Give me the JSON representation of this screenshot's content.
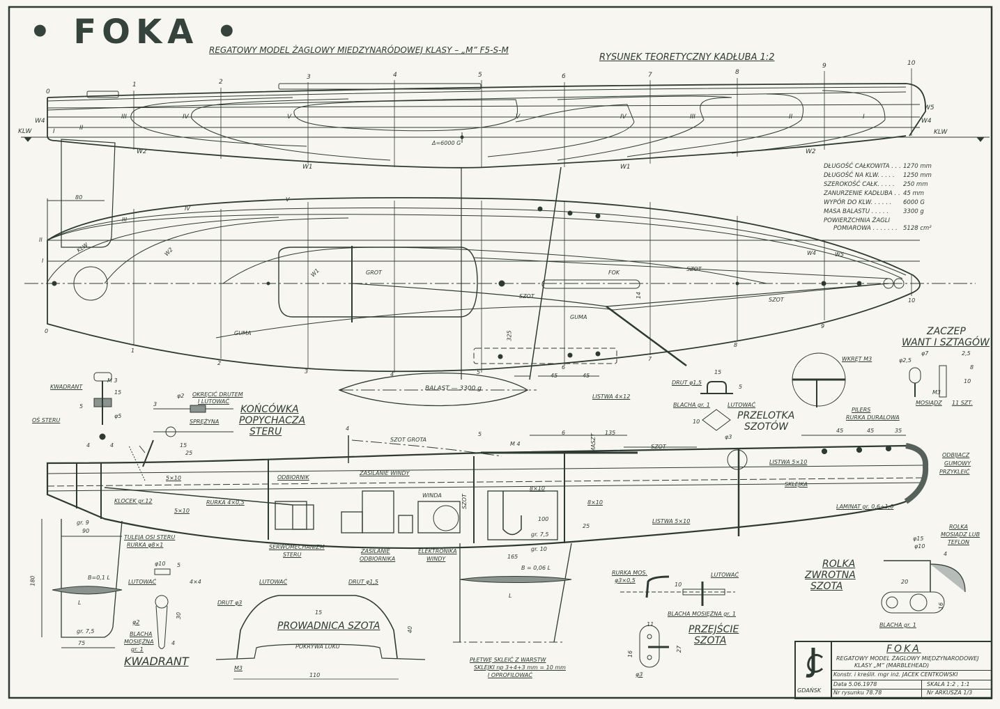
{
  "header": {
    "logo": "FOKA",
    "subtitle": "REGATOWY MODEL ŻAGLOWY MIEDZYNARÓDOWEJ KLASY – „M”  F5-S-M",
    "section_title": "RYSUNEK TEORETYCZNY KADŁUBA 1:2"
  },
  "colors": {
    "ink": "#2c3a33",
    "paper": "#f7f6f1"
  },
  "hull_profile": {
    "stations": [
      "0",
      "1",
      "2",
      "3",
      "4",
      "5",
      "6",
      "7",
      "8",
      "9",
      "10"
    ],
    "sections_aft": [
      "III",
      "IV",
      "V"
    ],
    "sections_fwd": [
      "V",
      "IV",
      "III",
      "II",
      "I"
    ],
    "waterlines": [
      "W1",
      "W2",
      "W4",
      "W5",
      "KLW"
    ],
    "left_labels": [
      "0",
      "W4",
      "KLW",
      "I",
      "II"
    ],
    "displacement": "Δ=6000 G"
  },
  "specs": [
    {
      "label": "DŁUGOŚĆ CAŁKOWITA . . .",
      "value": "1270 mm"
    },
    {
      "label": "DŁUGOŚĆ NA KLW. . . . .",
      "value": "1250 mm"
    },
    {
      "label": "SZEROKOŚĆ CAŁK. . . . .",
      "value": "250 mm"
    },
    {
      "label": "ZANURZENIE KADŁUBA . .",
      "value": "45 mm"
    },
    {
      "label": "WYPÓR DO KLW. . . . . .",
      "value": "6000 G"
    },
    {
      "label": "MASA BALASTU . . . . .",
      "value": "3300 g"
    },
    {
      "label": "POWIERZCHNIA ŻAGLI",
      "value": ""
    },
    {
      "label": "POMIAROWA . . . . . . .",
      "value": "5128 cm²"
    }
  ],
  "plan_view": {
    "dims": [
      "80",
      "325",
      "45",
      "45",
      "14"
    ],
    "labels": [
      "KLW",
      "W2",
      "W1",
      "GROT",
      "FOK",
      "SZOT",
      "SZOT",
      "SZOT",
      "GUMA",
      "GUMA",
      "V",
      "IV",
      "III",
      "II",
      "I",
      "W4",
      "W5"
    ],
    "stations": [
      "0",
      "1",
      "2",
      "3",
      "4",
      "5",
      "6",
      "7",
      "8",
      "9",
      "10"
    ],
    "ballast": "BALAST — 3300 g",
    "listwa": "LISTWA 4×12"
  },
  "details": {
    "quadrant_top": {
      "labels": [
        "KWADRANT",
        "M 3",
        "OŚ STERU",
        "15",
        "5",
        "φ5",
        "4",
        "4"
      ]
    },
    "pushrod_end": {
      "title": [
        "KOŃCÓWKA",
        "POPYCHACZA",
        "STERU"
      ],
      "labels": [
        "φ2",
        "OKRĘCIĆ DRUTEM",
        "I LUTOWAĆ",
        "SPRĘŻYNA",
        "3",
        "15",
        "25"
      ]
    },
    "fairlead": {
      "title": [
        "PRZELOTKA",
        "SZOTÓW"
      ],
      "labels": [
        "DRUT φ1,5",
        "BLACHA gr. 1",
        "LUTOWAĆ",
        "15",
        "5",
        "10",
        "φ3"
      ]
    },
    "pillar": {
      "labels": [
        "WKRĘT M3",
        "PILERS",
        "RURKA DURALOWA"
      ]
    },
    "shroud_attach": {
      "title": [
        "ZACZEP",
        "WANT I SZTAGÓW"
      ],
      "labels": [
        "φ2,5",
        "φ7",
        "2,5",
        "8",
        "10",
        "M3",
        "MOSIĄDZ",
        "11 SZT."
      ]
    }
  },
  "section_view": {
    "labels": [
      "SZOT GROTA",
      "M 4",
      "MASZT",
      "135",
      "SZOT",
      "6",
      "5",
      "4",
      "5×10",
      "5×10",
      "KLOCEK gr.12",
      "RURKA 4×0,5",
      "ODBIORNIK",
      "ZASILANIE WINDY",
      "WINDA",
      "SZOT",
      "8×10",
      "8×10",
      "100",
      "25",
      "LISTWA 5×10",
      "LISTWA 5×10",
      "SKLEJKA",
      "LAMINAT gr. 0,6÷1,0",
      "ODBIJACZ",
      "GUMOWY",
      "PRZYKLEIĆ",
      "45",
      "45",
      "35",
      "gr. 9",
      "90",
      "TULEJA OSI STERU",
      "RURKA φ8×1",
      "SERWOMECHANIZM",
      "STERU",
      "ZASILANIE",
      "ODBIORNIKA",
      "ELEKTRONIKA",
      "WINDY",
      "gr. 7,5",
      "gr. 10",
      "165"
    ]
  },
  "rudder": {
    "labels": [
      "180",
      "B=0,1 L",
      "L",
      "gr. 7,5",
      "75"
    ]
  },
  "quadrant": {
    "title": "KWADRANT",
    "labels": [
      "φ10",
      "5",
      "LUTOWAĆ",
      "4×4",
      "30",
      "φ2",
      "BLACHA",
      "MOSIĘŻNA",
      "gr. 1",
      "4"
    ]
  },
  "sheet_guide": {
    "title": "PROWADNICA SZOTA",
    "labels": [
      "LUTOWAĆ",
      "DRUT φ1,5",
      "DRUT φ3",
      "15",
      "40",
      "POKRYWA LUKU",
      "M3",
      "110"
    ]
  },
  "fin": {
    "labels": [
      "B = 0,06 L",
      "L",
      "PŁETWĘ SKLEIĆ Z WARSTW",
      "SKLEJKI  np 3+4+3 mm = 10 mm",
      "I OPROFILOWAĆ"
    ]
  },
  "sheet_passage": {
    "title": [
      "PRZEJŚCIE",
      "SZOTA"
    ],
    "labels": [
      "RURKA MOS.",
      "φ3×0,5",
      "10",
      "LUTOWAĆ",
      "BLACHA MOSIĘŻNA gr. 1",
      "11",
      "27",
      "16",
      "φ3"
    ]
  },
  "turning_block": {
    "title": [
      "ROLKA",
      "ZWROTNA",
      "SZOTA"
    ],
    "labels": [
      "ROLKA",
      "MOSIĄDZ LUB",
      "TEFLON",
      "φ15",
      "φ10",
      "4",
      "20",
      "16",
      "BLACHA gr. 1"
    ]
  },
  "title_block": {
    "name": "FOKA",
    "line1": "REGATOWY MODEL ŻAGLOWY MIĘDZYNARODOWEJ",
    "line2": "KLASY „M” (MARBLEHEAD)",
    "author": "Konstr. i kreślił.   mgr inż. JACEK CENTKOWSKI",
    "date": "Data  5.06.1978",
    "scale": "SKALA  1:2 , 1:1",
    "drawing_no": "Nr rysunku  78.78",
    "sheet_no": "Nr ARKUSZA   1/3",
    "city": "GDAŃSK",
    "logo_letters": "JC"
  }
}
